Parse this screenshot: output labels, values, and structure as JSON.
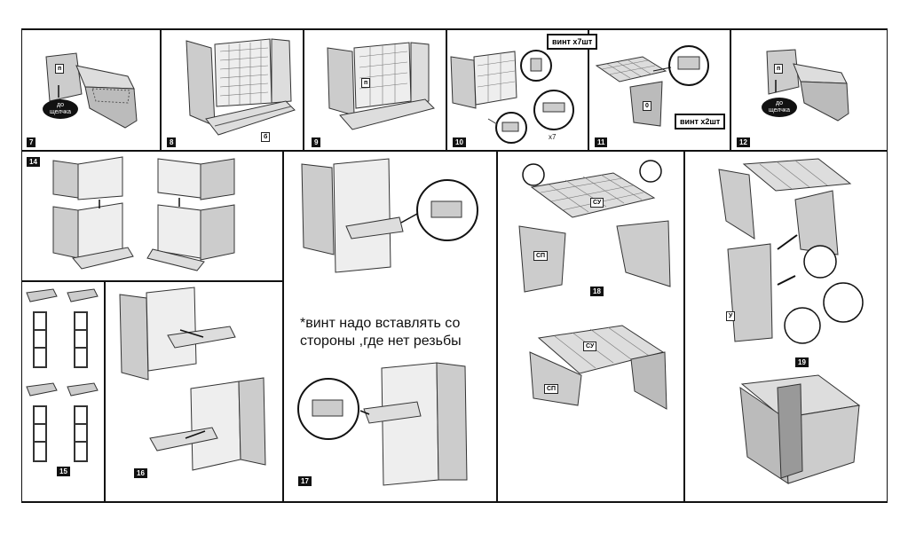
{
  "steps": {
    "s7": "7",
    "s8": "8",
    "s9": "9",
    "s10": "10",
    "s11": "11",
    "s12": "12",
    "s14": "14",
    "s15": "15",
    "s16": "16",
    "s17": "17",
    "s18": "18",
    "s19": "19"
  },
  "labels": {
    "screw_x7": "винт х7шт",
    "screw_x2": "винт х2шт",
    "x7": "x7",
    "to_mark": "до щелчка",
    "p": "п",
    "u": "У",
    "su": "СУ",
    "sp": "СП",
    "b": "б",
    "o": "0"
  },
  "note": {
    "line1": "*винт надо вставлять со",
    "line2": "стороны ,где нет резьбы"
  }
}
